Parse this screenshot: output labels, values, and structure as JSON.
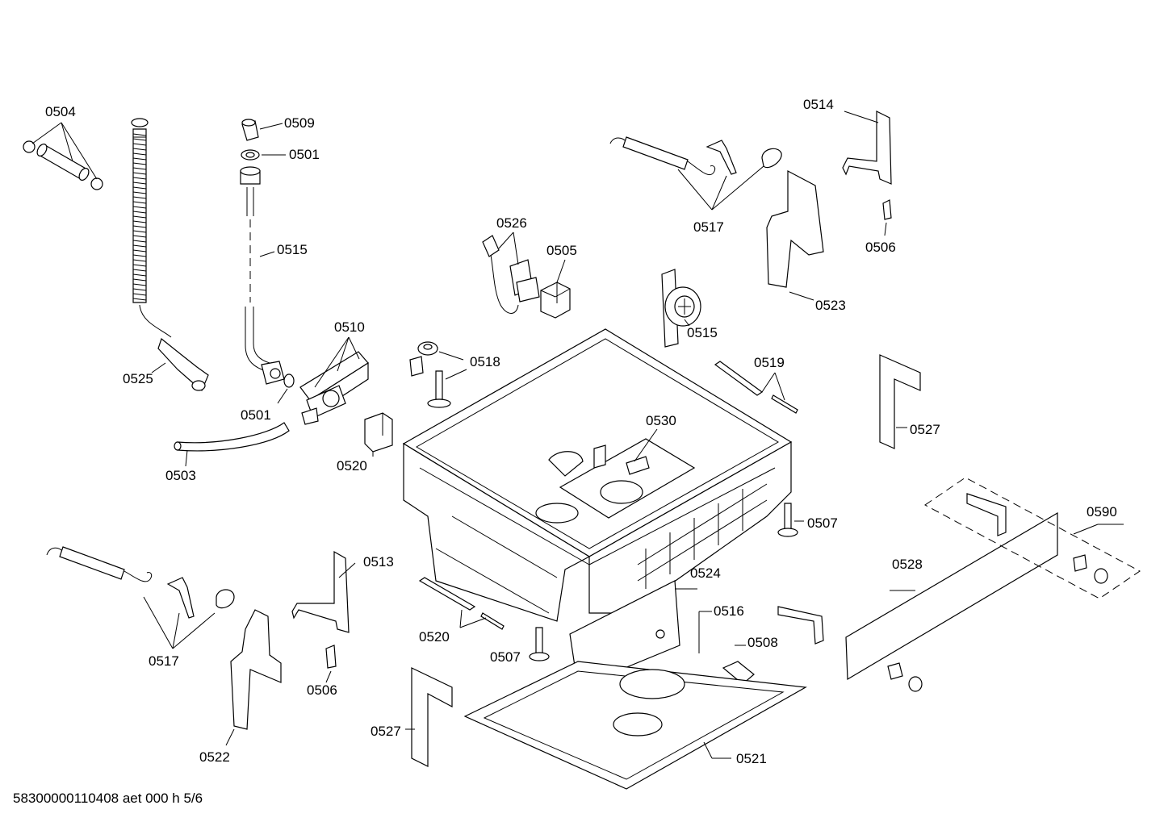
{
  "labels": {
    "l0504": "0504",
    "l0509": "0509",
    "l0501a": "0501",
    "l0515a": "0515",
    "l0525": "0525",
    "l0510": "0510",
    "l0501b": "0501",
    "l0503": "0503",
    "l0520a": "0520",
    "l0526": "0526",
    "l0505": "0505",
    "l0518": "0518",
    "l0515b": "0515",
    "l0517a": "0517",
    "l0514": "0514",
    "l0506a": "0506",
    "l0523": "0523",
    "l0519": "0519",
    "l0527a": "0527",
    "l0530": "0530",
    "l0507a": "0507",
    "l0590": "0590",
    "l0528": "0528",
    "l0513": "0513",
    "l0517b": "0517",
    "l0506b": "0506",
    "l0522": "0522",
    "l0520b": "0520",
    "l0507b": "0507",
    "l0524": "0524",
    "l0516": "0516",
    "l0508": "0508",
    "l0527b": "0527",
    "l0521": "0521"
  },
  "footer": "58300000110408 aet 000 h 5/6"
}
